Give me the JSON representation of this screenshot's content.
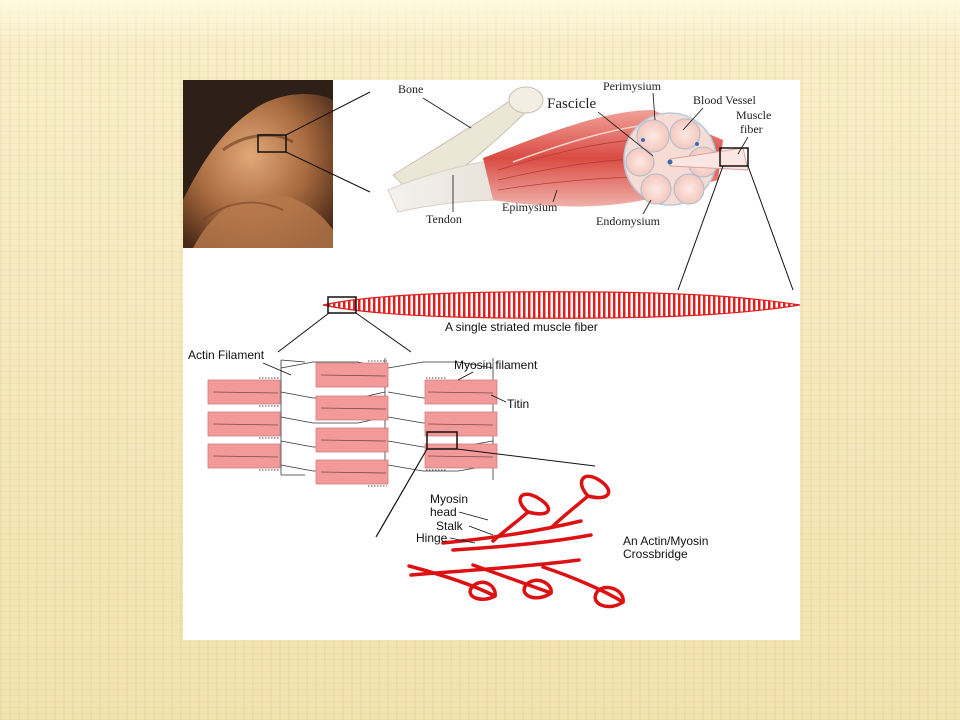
{
  "gross_anatomy": {
    "labels": {
      "bone": "Bone",
      "perimysium": "Perimysium",
      "fascicle": "Fascicle",
      "blood_vessel": "Blood Vessel",
      "muscle_fiber_line1": "Muscle",
      "muscle_fiber_line2": "fiber",
      "tendon": "Tendon",
      "epimysium": "Epimysium",
      "endomysium": "Endomysium"
    }
  },
  "fiber": {
    "caption": "A single striated muscle fiber"
  },
  "sarcomere": {
    "labels": {
      "actin": "Actin Filament",
      "myosin": "Myosin filament",
      "titin": "Titin"
    }
  },
  "crossbridge": {
    "labels": {
      "myosin_head_line1": "Myosin",
      "myosin_head_line2": "head",
      "stalk": "Stalk",
      "hinge": "Hinge",
      "title_line1": "An Actin/Myosin",
      "title_line2": "Crossbridge"
    }
  },
  "colors": {
    "muscle": "#e0524a",
    "striation": "#e02020",
    "myosin_block": "#f29a9a",
    "crossbridge": "#dd1111"
  }
}
